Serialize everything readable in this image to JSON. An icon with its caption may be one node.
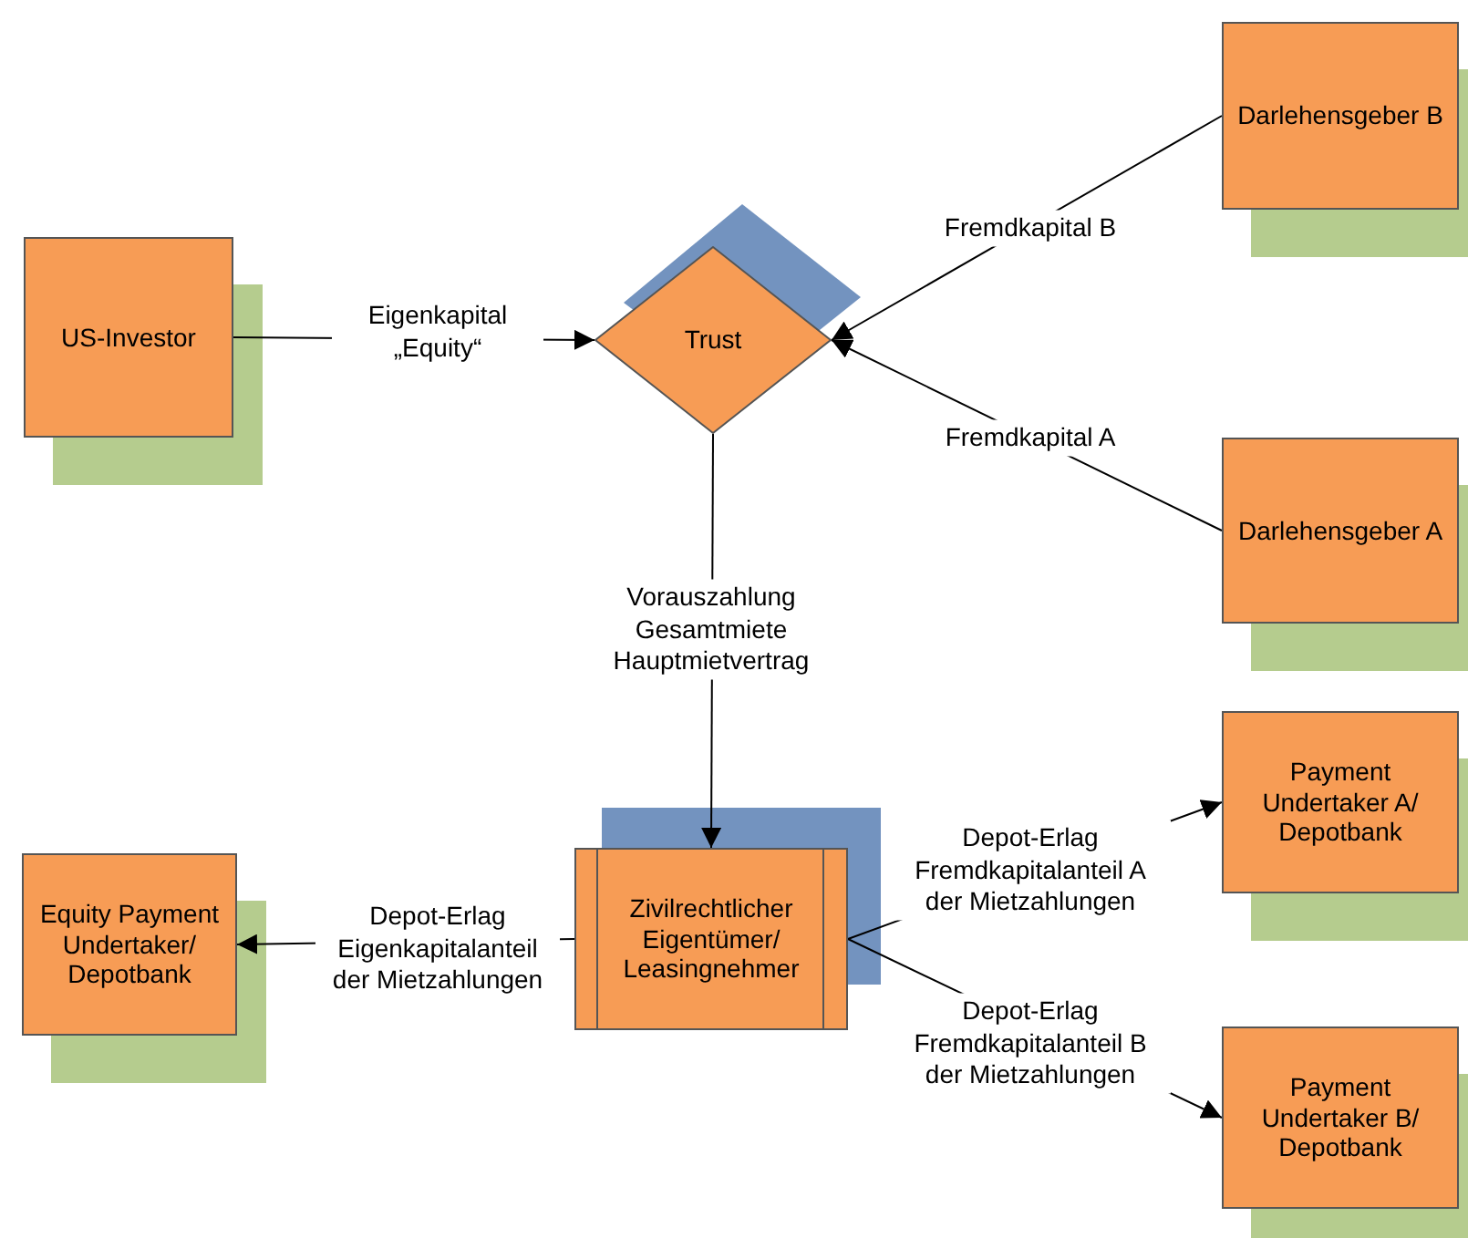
{
  "diagram": {
    "nodes": [
      {
        "text": [
          "US-Investor"
        ]
      },
      {
        "text": [
          "Trust"
        ]
      },
      {
        "text": [
          "Darlehensgeber B"
        ]
      },
      {
        "text": [
          "Darlehensgeber A"
        ]
      },
      {
        "text": [
          "Equity Payment Undertaker/ Depotbank"
        ]
      },
      {
        "text": [
          "Zivilrechtlicher Eigentümer/ Leasingnehmer"
        ]
      },
      {
        "text": [
          "Payment Undertaker A/ Depotbank"
        ]
      },
      {
        "text": [
          "Payment Undertaker B/ Depotbank"
        ]
      }
    ],
    "edges": [
      {
        "from": 0,
        "to": 1,
        "arrow": "to",
        "label": "Eigenkapital „Equity“"
      },
      {
        "from": 2,
        "to": 1,
        "arrow": "to",
        "label": "Fremdkapital B"
      },
      {
        "from": 3,
        "to": 1,
        "arrow": "to",
        "label": "Fremdkapital A"
      },
      {
        "from": 1,
        "to": 5,
        "arrow": "to",
        "label": "Vorauszahlung Gesamtmiete Hauptmietvertrag"
      },
      {
        "from": 5,
        "to": 4,
        "arrow": "to",
        "label": "Depot-Erlag Eigenkapitalanteil der Mietzahlungen"
      },
      {
        "from": 5,
        "to": 6,
        "arrow": "to",
        "label": "Depot-Erlag Fremdkapitalanteil A der Mietzahlungen"
      },
      {
        "from": 5,
        "to": 7,
        "arrow": "to",
        "label": "Depot-Erlag Fremdkapitalanteil B der Mietzahlungen"
      }
    ]
  }
}
